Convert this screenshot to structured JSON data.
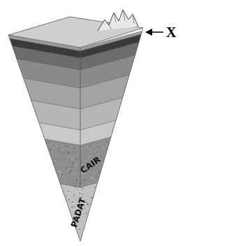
{
  "diagram": {
    "nodes": [
      {
        "text": [
          "CAIR"
        ]
      },
      {
        "text": [
          "PADAT"
        ]
      }
    ],
    "labels": [
      "X"
    ]
  }
}
